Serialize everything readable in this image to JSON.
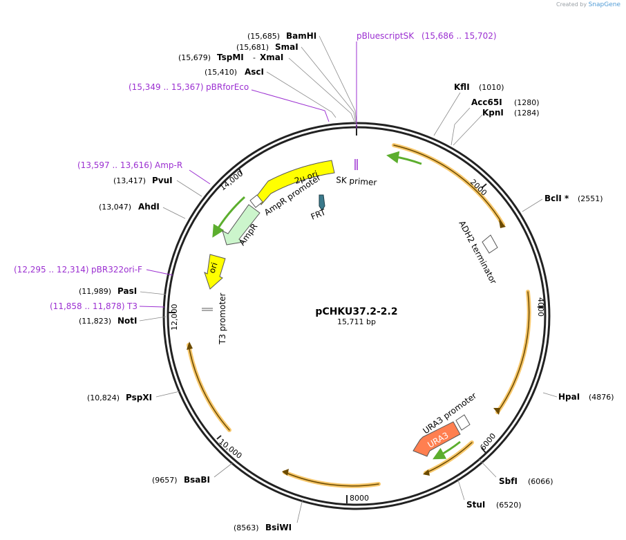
{
  "watermark": {
    "prefix": "Created by",
    "brand": "SnapGene"
  },
  "plasmid": {
    "name": "pCHKU37.2-2.2",
    "length": "15,711 bp"
  },
  "colors": {
    "primer": "#9b2fd1",
    "yellow": "#ffff00",
    "orange_arc": "#f7c76b",
    "green_arrow": "#5cae2e",
    "amp": "#ccf5cc",
    "ura3": "#ff7f50",
    "frt": "#3b7a8c"
  },
  "sites": [
    {
      "name": "BamHI",
      "pos": "(15,685)"
    },
    {
      "name": "SmaI",
      "pos": "(15,681)"
    },
    {
      "name": "TspMI",
      "name2": "XmaI",
      "pos": "(15,679)"
    },
    {
      "name": "AscI",
      "pos": "(15,410)"
    },
    {
      "name": "KflI",
      "pos": "(1010)"
    },
    {
      "name": "Acc65I",
      "pos": "(1280)"
    },
    {
      "name": "KpnI",
      "pos": "(1284)"
    },
    {
      "name": "BclI *",
      "pos": "(2551)"
    },
    {
      "name": "HpaI",
      "pos": "(4876)"
    },
    {
      "name": "SbfI",
      "pos": "(6066)"
    },
    {
      "name": "StuI",
      "pos": "(6520)"
    },
    {
      "name": "BsiWI",
      "pos": "(8563)"
    },
    {
      "name": "BsaBI",
      "pos": "(9657)"
    },
    {
      "name": "PspXI",
      "pos": "(10,824)"
    },
    {
      "name": "NotI",
      "pos": "(11,823)"
    },
    {
      "name": "PasI",
      "pos": "(11,989)"
    },
    {
      "name": "AhdI",
      "pos": "(13,047)"
    },
    {
      "name": "PvuI",
      "pos": "(13,417)"
    }
  ],
  "primers": [
    {
      "name": "pBluescriptSK",
      "range": "(15,686 .. 15,702)"
    },
    {
      "name": "pBRforEco",
      "range": "(15,349 .. 15,367)"
    },
    {
      "name": "Amp-R",
      "range": "(13,597 .. 13,616)"
    },
    {
      "name": "pBR322ori-F",
      "range": "(12,295 .. 12,314)"
    },
    {
      "name": "T3",
      "range": "(11,858 .. 11,878)"
    }
  ],
  "features": {
    "two_mu_ori": "2μ ori",
    "sk_primer": "SK primer",
    "ampr_promoter": "AmpR promoter",
    "frt": "FRT",
    "ampr": "AmpR",
    "ori": "ori",
    "t3_promoter": "T3 promoter",
    "adh2_terminator": "ADH2 terminator",
    "ura3_promoter": "URA3 promoter",
    "ura3": "URA3"
  },
  "ticks": [
    "2000",
    "4000",
    "6000",
    "8000",
    "10,000",
    "12,000",
    "14,000"
  ]
}
